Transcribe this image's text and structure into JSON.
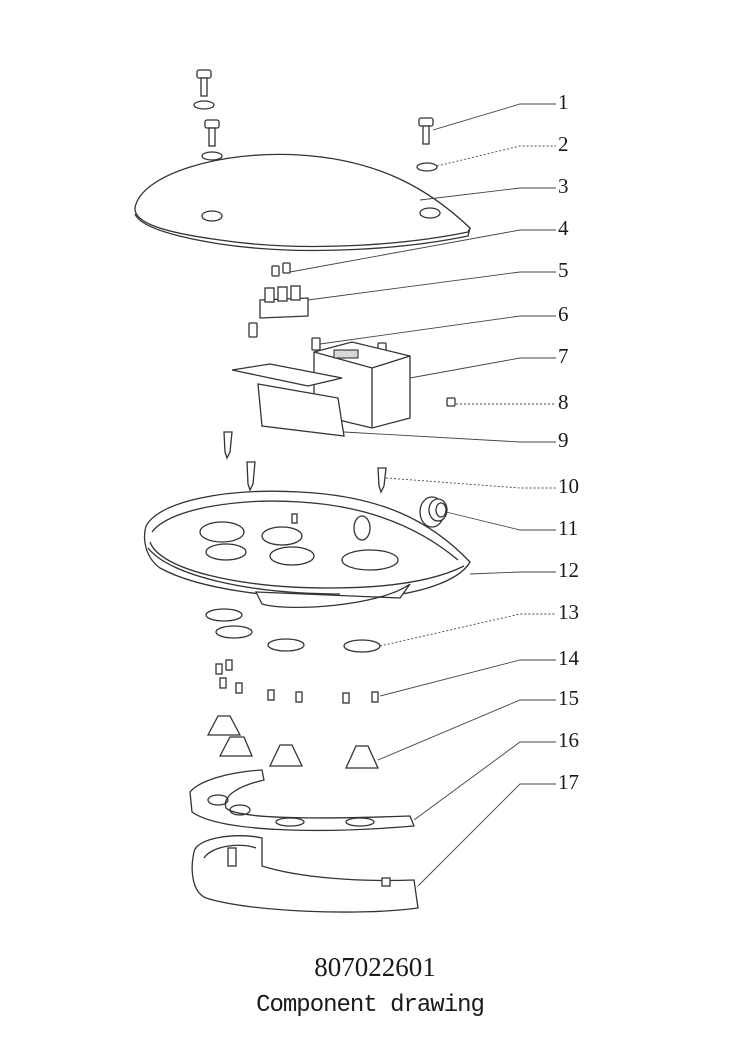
{
  "callouts": [
    "1",
    "2",
    "3",
    "4",
    "5",
    "6",
    "7",
    "8",
    "9",
    "10",
    "11",
    "12",
    "13",
    "14",
    "15",
    "16",
    "17"
  ],
  "part_number": "807022601",
  "caption": "Component drawing"
}
